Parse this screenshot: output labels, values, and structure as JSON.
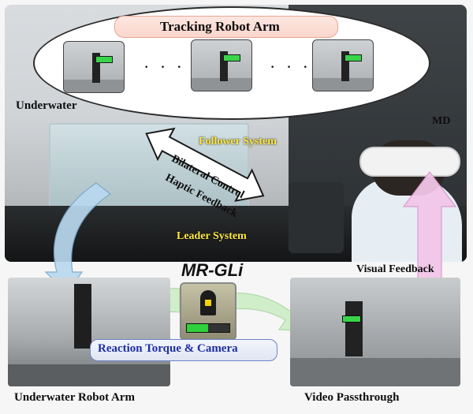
{
  "top_scene": {
    "bubble_title": "Tracking Robot Arm",
    "ellipsis": "· · ·",
    "labels": {
      "underwater": "Underwater",
      "md": "MD",
      "follower": "Follower System",
      "bilateral_line1": "Bilateral Control",
      "bilateral_line2": "Haptic Feedback",
      "leader": "Leader System"
    }
  },
  "center": {
    "system_name": "MR-GLi",
    "reaction_caption": "Reaction Torque & Camera"
  },
  "bottom": {
    "left_caption": "Underwater Robot Arm",
    "right_caption": "Video Passthrough",
    "visual_feedback": "Visual Feedback"
  },
  "colors": {
    "bubble_title_bg": "#fbd6cc",
    "yellow_label": "#ffe93d",
    "caption_blue": "#1f2f9f",
    "green_indicator": "#39d44a",
    "arrow_blue": "#b9d8ef",
    "arrow_pink": "#f2c6e9",
    "arrow_green": "#cfeec8"
  },
  "icons": [
    "robot-arm-thumbnail",
    "vr-headset",
    "torque-indicator-bar"
  ],
  "torque_fill_fraction": 0.5
}
